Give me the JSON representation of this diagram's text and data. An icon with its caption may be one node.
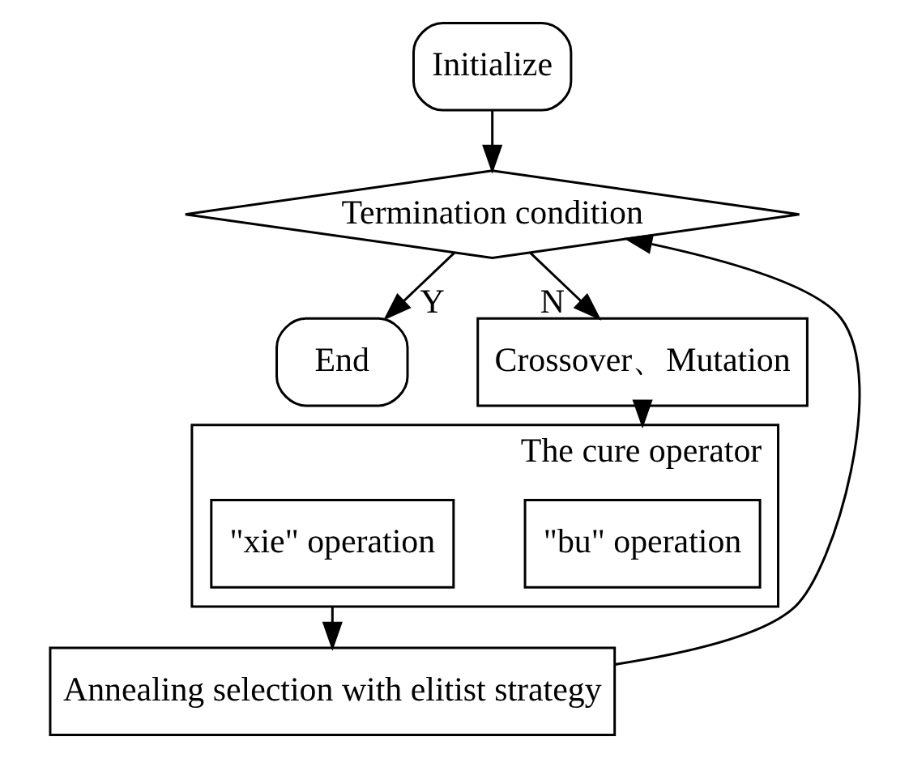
{
  "diagram": {
    "nodes": [
      {
        "text": [
          "Initialize"
        ]
      },
      {
        "text": [
          "Termination condition"
        ]
      },
      {
        "text": [
          "End"
        ]
      },
      {
        "text": [
          "Crossover、Mutation"
        ]
      },
      {
        "text": [
          "The cure operator"
        ]
      },
      {
        "text": [
          "\"bu\" operation"
        ],
        "in": 4
      },
      {
        "text": [
          "\"xie\" operation"
        ],
        "in": 4
      },
      {
        "text": [
          "Annealing selection with elitist strategy"
        ]
      }
    ],
    "edges": [
      {
        "from": 0,
        "to": 1,
        "arrow": "to"
      },
      {
        "from": 1,
        "to": 2,
        "arrow": "to",
        "label": "Y"
      },
      {
        "from": 1,
        "to": 3,
        "arrow": "to",
        "label": "N"
      },
      {
        "from": 3,
        "to": 4,
        "arrow": "to"
      },
      {
        "from": 4,
        "to": 7,
        "arrow": "to"
      },
      {
        "from": 7,
        "to": 1,
        "arrow": "to"
      }
    ]
  }
}
